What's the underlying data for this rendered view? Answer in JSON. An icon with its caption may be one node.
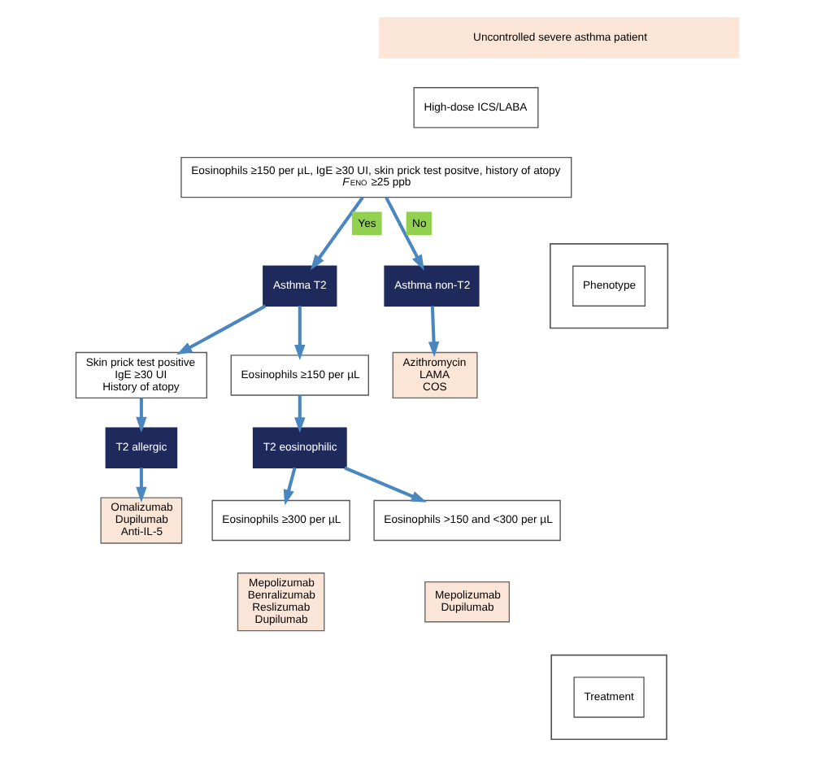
{
  "diagram": {
    "nodes": [
      {
        "text": [
          "Uncontrolled severe asthma patient"
        ]
      },
      {
        "text": [
          "High-dose ICS/LABA"
        ]
      },
      {
        "text": [
          "Eosinophils ≥150 per µL, IgE ≥30 UI, skin prick test positve, history of atopy",
          "*F*$_{ENO}$ ≥25 ppb"
        ]
      },
      {
        "text": [],
        "shape": "box"
      },
      {
        "text": [
          "Phenotype"
        ],
        "in": 3
      },
      {
        "text": [
          "Asthma T2"
        ]
      },
      {
        "text": [
          "Asthma non-T2"
        ]
      },
      {
        "text": [
          "Skin prick test positive",
          "IgE ≥30 UI",
          "History of atopy"
        ]
      },
      {
        "text": [
          "Eosinophils ≥150 per µL"
        ]
      },
      {
        "text": [
          "T2 allergic"
        ]
      },
      {
        "text": [
          "T2 eosinophilic"
        ]
      },
      {
        "text": [],
        "shape": "box"
      },
      {
        "text": [
          "Treatment"
        ],
        "in": 11
      },
      {
        "text": [
          "Omalizumab",
          "Dupilumab",
          "Anti-IL-5"
        ]
      },
      {
        "text": [
          "Eosinophils ≥300 per µL"
        ]
      },
      {
        "text": [
          "Eosinophils >150 and <300 per µL"
        ]
      },
      {
        "text": [
          "Mepolizumab",
          "Benralizumab",
          "Reslizumab",
          "Dupilumab"
        ]
      },
      {
        "text": [
          "Mepolizumab",
          "Dupilumab"
        ]
      },
      {
        "text": [
          "Azithromycin",
          "LAMA",
          "COS"
        ]
      }
    ],
    "edges": [
      {
        "from": 2,
        "to": 5,
        "arrow": "to",
        "label": "Yes"
      },
      {
        "from": 2,
        "to": 6,
        "arrow": "to",
        "label": "No"
      },
      {
        "from": 5,
        "to": 7,
        "arrow": "to"
      },
      {
        "from": 5,
        "to": 8,
        "arrow": "to"
      },
      {
        "from": 7,
        "to": 9,
        "arrow": "to"
      },
      {
        "from": 8,
        "to": 10,
        "arrow": "to"
      },
      {
        "from": 9,
        "to": 13,
        "arrow": "to"
      },
      {
        "from": 10,
        "to": 14,
        "arrow": "to"
      },
      {
        "from": 10,
        "to": 15,
        "arrow": "to"
      },
      {
        "from": 6,
        "to": 18,
        "arrow": "to"
      }
    ]
  }
}
